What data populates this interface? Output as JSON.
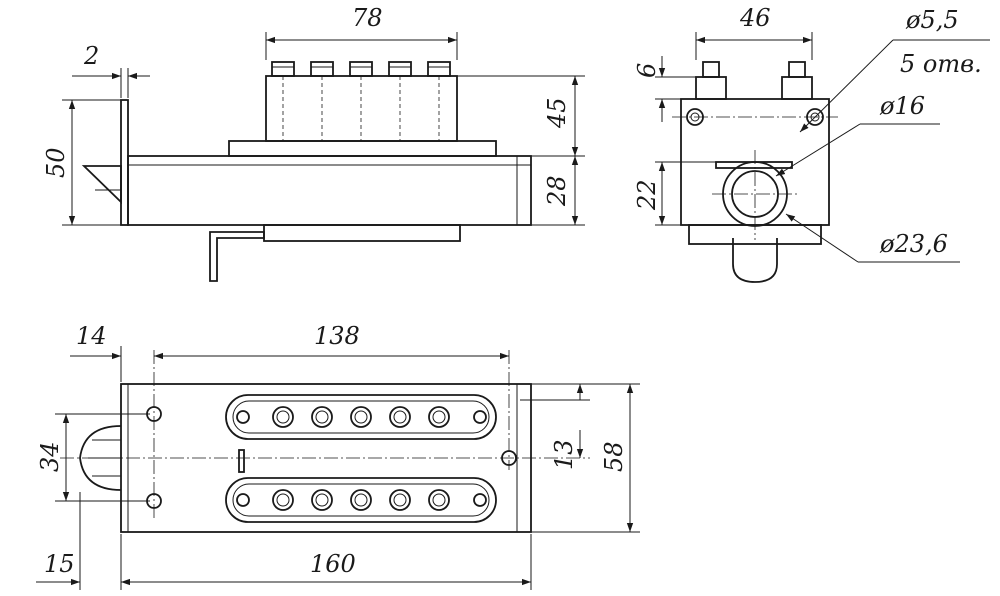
{
  "colors": {
    "line": "#1a1a1a",
    "paper": "#ffffff"
  },
  "dims": {
    "side": {
      "top_width": "78",
      "plate": "2",
      "height_total": "50",
      "block_h": "45",
      "body_h": "28"
    },
    "end": {
      "width": "46",
      "stud_h": "6",
      "hole_d": "ø5,5",
      "hole_count": "5 отв.",
      "bore_d": "ø16",
      "offset": "22",
      "outer_d": "ø23,6"
    },
    "plan": {
      "flange": "14",
      "holes_span": "138",
      "knob_w": "34",
      "center_offset": "13",
      "width": "58",
      "knob_len": "15",
      "length": "160"
    }
  }
}
